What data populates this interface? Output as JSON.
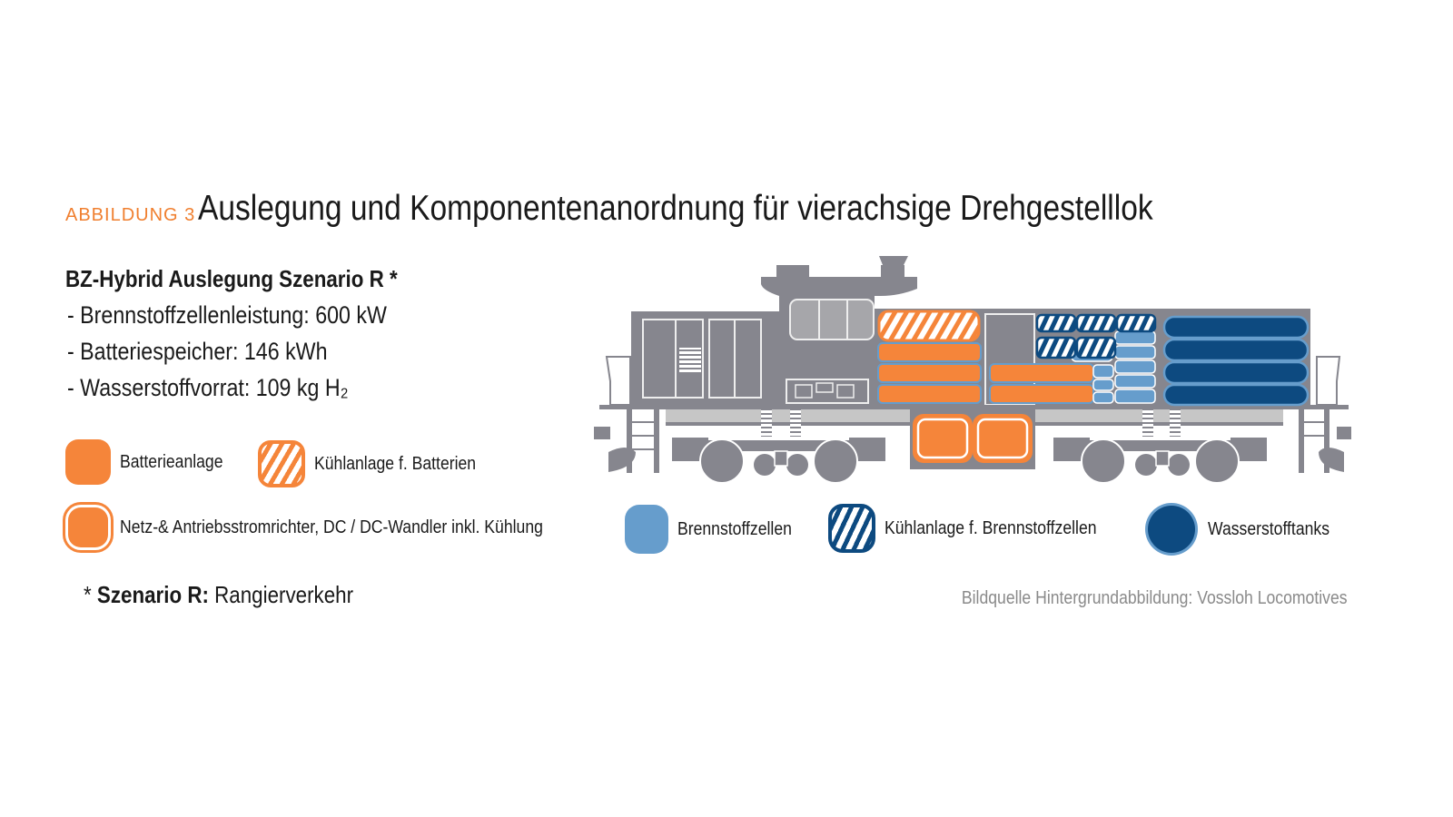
{
  "figure": {
    "label": "ABBILDUNG 3",
    "title": "Auslegung und Komponentenanordnung für vierachsige Drehgestelllok"
  },
  "specs": {
    "heading": "BZ-Hybrid Auslegung Szenario R *",
    "lines": [
      "- Brennstoffzellenleistung: 600 kW",
      "- Batteriespeicher: 146 kWh",
      "- Wasserstoffvorrat: 109 kg H₂"
    ]
  },
  "legend": {
    "items": [
      {
        "label": "Batterieanlage",
        "icon": "battery-swatch",
        "color": "#f5853a"
      },
      {
        "label": "Kühlanlage f. Batterien",
        "icon": "battery-cooling-hatched-swatch",
        "color": "#f5853a"
      },
      {
        "label": "Netz-& Antriebsstromrichter, DC / DC-Wandler inkl. Kühlung",
        "icon": "converter-outlined-swatch",
        "color": "#f5853a"
      },
      {
        "label": "Brennstoffzellen",
        "icon": "fuel-cell-swatch",
        "color": "#669dcc"
      },
      {
        "label": "Kühlanlage f. Brennstoffzellen",
        "icon": "fuel-cell-cooling-hatched-swatch",
        "color": "#0d4a80"
      },
      {
        "label": "Wasserstofftanks",
        "icon": "hydrogen-tank-swatch",
        "color": "#0d4a80"
      }
    ]
  },
  "footnote": {
    "marker": "*",
    "bold": "Szenario R:",
    "text": " Rangierverkehr"
  },
  "source": "Bildquelle Hintergrundabbildung: Vossloh Locomotives",
  "colors": {
    "accent_orange": "#f07f2f",
    "battery_orange": "#f5853a",
    "fuel_cell_blue": "#669dcc",
    "tank_navy": "#0d4a80",
    "loco_gray": "#86868e",
    "loco_light_gray": "#c6c6c6"
  }
}
